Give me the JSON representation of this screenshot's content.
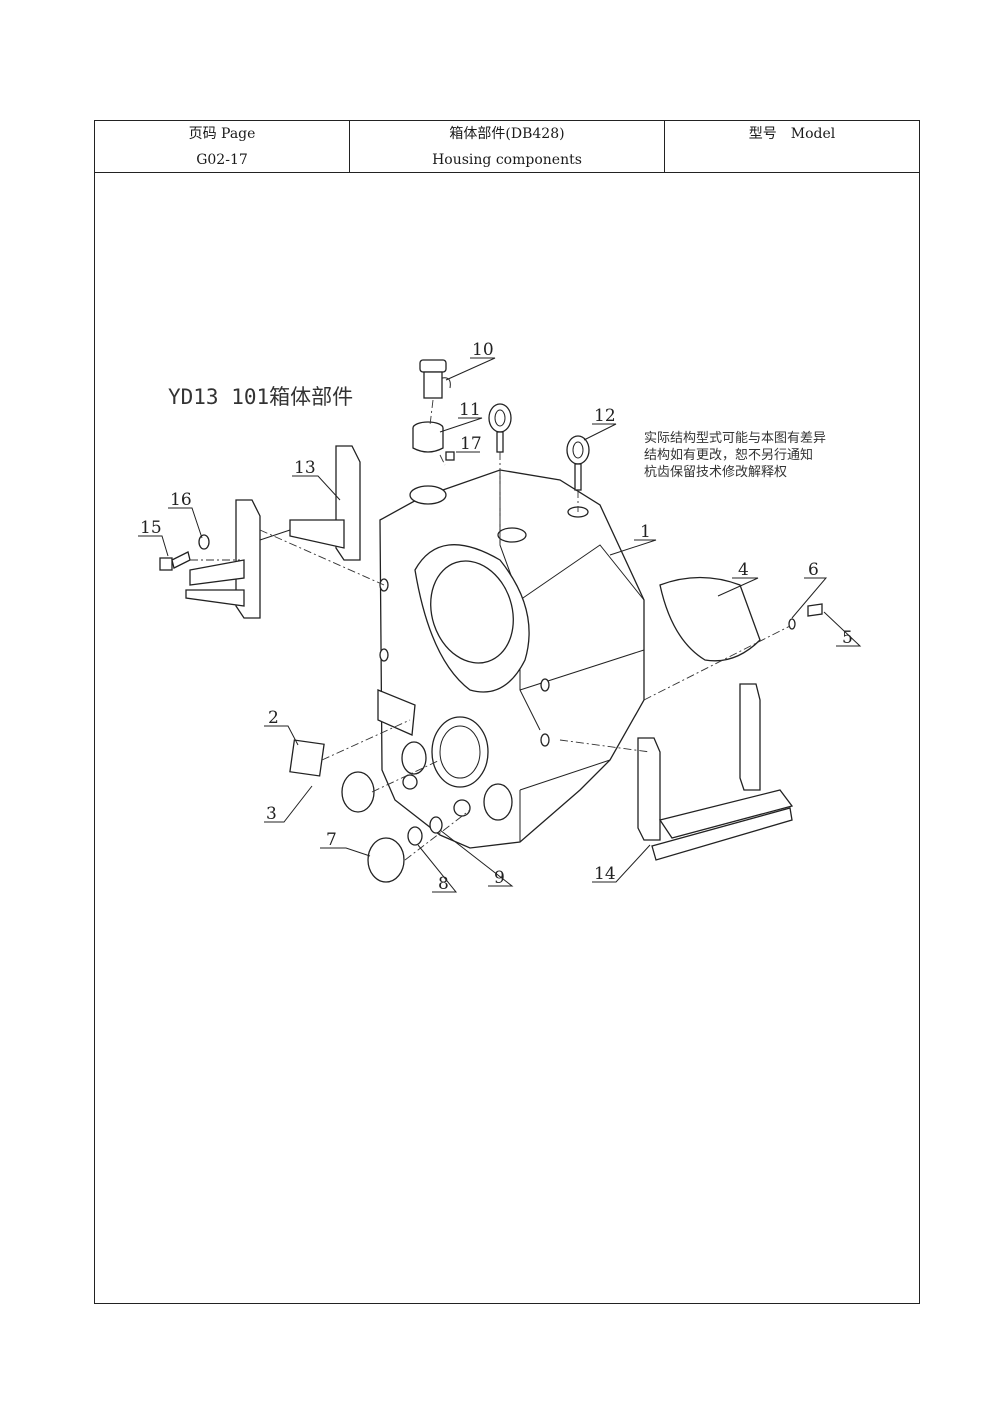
{
  "header": {
    "page_label": "页码 Page",
    "page_number": "G02-17",
    "title_cn": "箱体部件(DB428)",
    "title_en": "Housing components",
    "model_label": "型号　Model"
  },
  "drawing": {
    "title": "YD13 101箱体部件",
    "note_lines": [
      "实际结构型式可能与本图有差异",
      "结构如有更改，恕不另行通知",
      "杭齿保留技术修改解释权"
    ],
    "part_numbers": [
      "1",
      "2",
      "3",
      "4",
      "5",
      "6",
      "7",
      "8",
      "9",
      "10",
      "11",
      "12",
      "13",
      "14",
      "15",
      "16",
      "17"
    ]
  }
}
